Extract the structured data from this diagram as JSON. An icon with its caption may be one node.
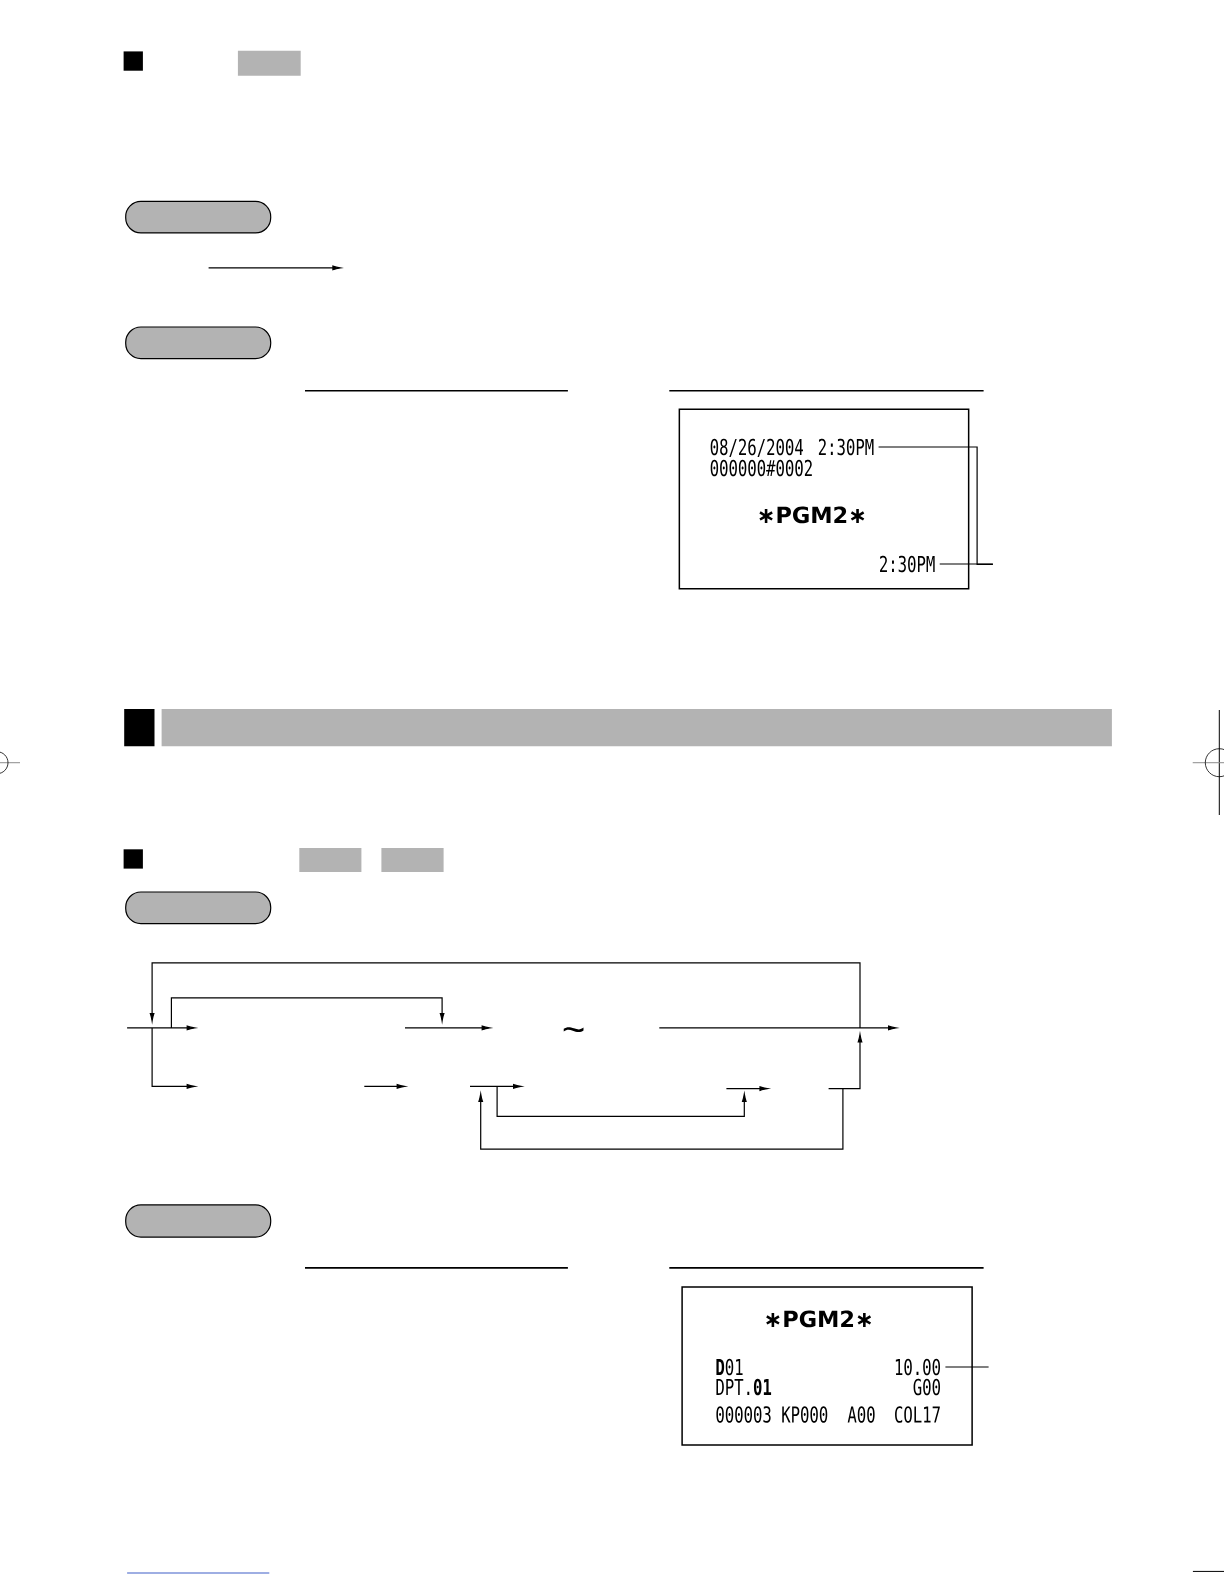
{
  "diagram": {
    "nodes": [
      {
        "text": [],
        "shape": "box"
      },
      {
        "text": [],
        "shape": "box"
      },
      {
        "text": [
          "000000#0002",
          "∗PGM2∗"
        ]
      },
      {
        "text": [
          "08/26/2004",
          "2:30PM"
        ],
        "in": 2
      },
      {
        "text": [
          "2:30PM"
        ],
        "in": 2
      },
      {
        "text": [],
        "shape": "box"
      },
      {
        "text": [],
        "shape": "box"
      },
      {
        "text": [
          "∗PGM2∗",
          "**D**01",
          "DPT.**01**",
          "G00",
          "000003 KP000",
          "A00",
          "COL17"
        ]
      },
      {
        "text": [
          "10.00"
        ],
        "in": 7
      }
    ],
    "edges": [
      {
        "from": null,
        "to": 3,
        "arrow": "none"
      },
      {
        "from": null,
        "to": 4,
        "arrow": "none"
      },
      {
        "from": null,
        "to": 8,
        "arrow": "none"
      }
    ],
    "labels": [
      "~"
    ]
  }
}
